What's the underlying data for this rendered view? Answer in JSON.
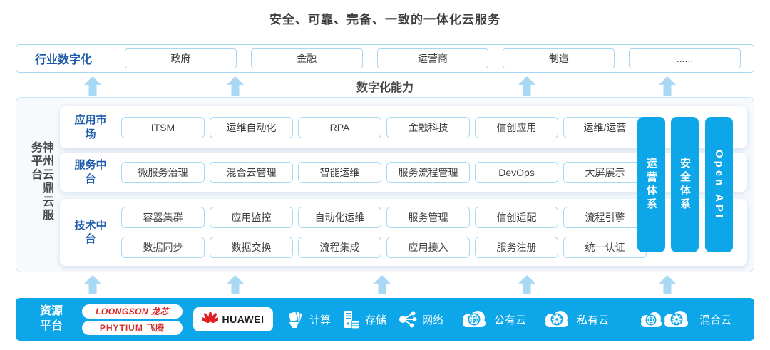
{
  "title": "安全、可靠、完备、一致的一体化云服务",
  "industry": {
    "label": "行业数字化",
    "items": [
      "政府",
      "金融",
      "运营商",
      "制造",
      "......"
    ]
  },
  "capability_label": "数字化能力",
  "platform": {
    "name": "神州云鼎云服务平台",
    "rows": [
      {
        "label": "应用市场",
        "items": [
          "ITSM",
          "运维自动化",
          "RPA",
          "金融科技",
          "信创应用",
          "运维/运营"
        ]
      },
      {
        "label": "服务中台",
        "items": [
          "微服务治理",
          "混合云管理",
          "智能运维",
          "服务流程管理",
          "DevOps",
          "大屏展示"
        ]
      },
      {
        "label": "技术中台",
        "items": [
          "容器集群",
          "应用监控",
          "自动化运维",
          "服务管理",
          "信创适配",
          "流程引擎",
          "数据同步",
          "数据交换",
          "流程集成",
          "应用接入",
          "服务注册",
          "统一认证"
        ]
      }
    ],
    "pillars": [
      "运营体系",
      "安全体系",
      "Open API"
    ]
  },
  "resources": {
    "label": "资源平台",
    "vendors": [
      "LOONGSON 龙芯",
      "PHYTIUM 飞腾",
      "HUAWEI"
    ],
    "services": [
      {
        "icon": "compute-icon",
        "label": "计算"
      },
      {
        "icon": "storage-icon",
        "label": "存储"
      },
      {
        "icon": "network-icon",
        "label": "网络"
      },
      {
        "icon": "public-cloud-icon",
        "label": "公有云"
      },
      {
        "icon": "private-cloud-icon",
        "label": "私有云"
      },
      {
        "icon": "hybrid-cloud-icon",
        "label": "混合云"
      }
    ]
  },
  "colors": {
    "accent_blue": "#0ca6e9",
    "arrow_blue": "#a9d8f4",
    "border_blue": "#a6d7f2",
    "text_blue": "#1c5ca8",
    "text_dark": "#3e3e3e",
    "vendor_red": "#e02020"
  }
}
